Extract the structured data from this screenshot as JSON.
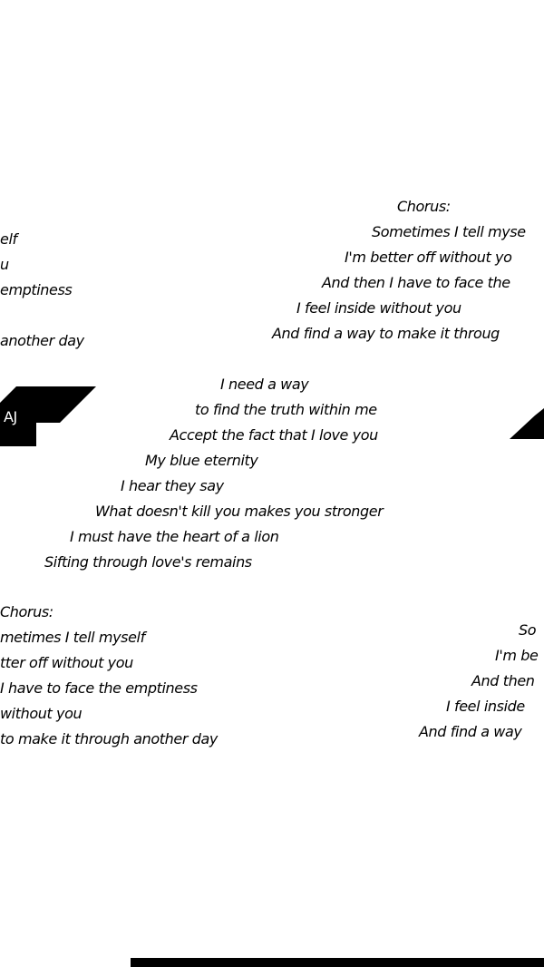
{
  "badge_left": "AJ",
  "right_column": [
    "Chorus:",
    "Sometimes I tell myse",
    "I'm better off without yo",
    "And then I have to face the",
    "I feel inside without you",
    "And find a way to make it throug"
  ],
  "left_column_top": [
    "elf",
    "u",
    "emptiness",
    "another day"
  ],
  "verse": [
    "I need a way",
    "to find the truth within me",
    "Accept the fact that I love you",
    "My blue eternity",
    "I hear they say",
    "What doesn't kill you makes you stronger",
    "I must have the heart of a lion",
    "Sifting through love's remains"
  ],
  "left_column_bottom": [
    "Chorus:",
    "metimes I tell myself",
    "tter off without you",
    "I have to face the emptiness",
    "without you",
    "to make it through another day"
  ],
  "right_column_bottom": [
    "So",
    "I'm be",
    "And then",
    "I feel inside",
    "And find a way"
  ]
}
